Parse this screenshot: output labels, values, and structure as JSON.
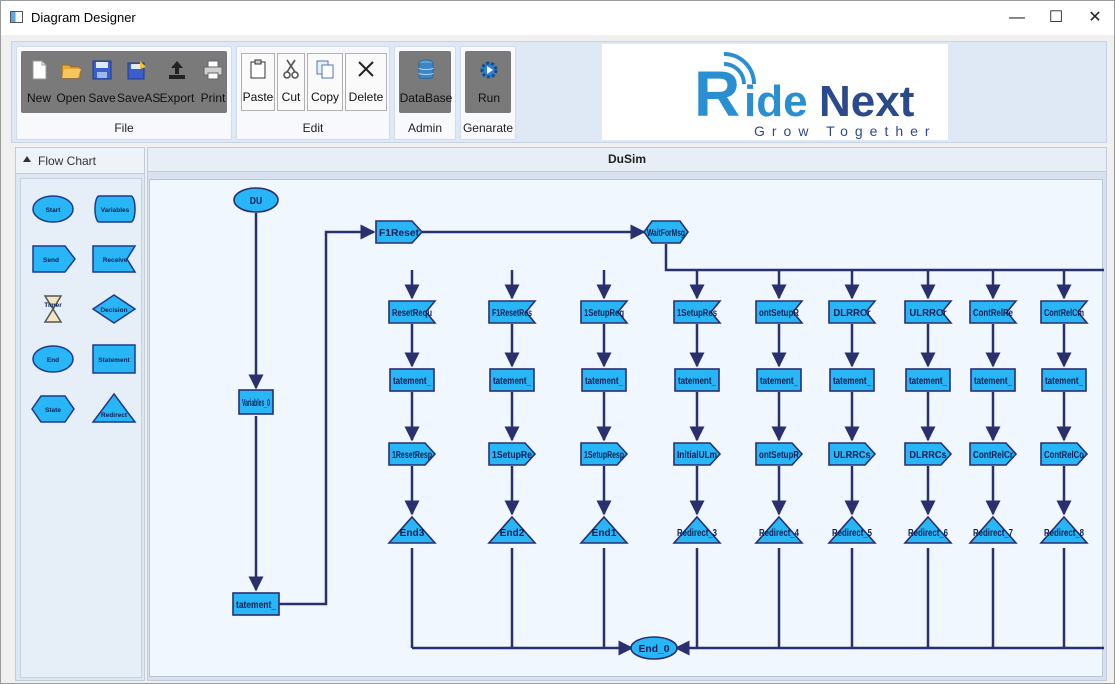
{
  "window": {
    "title": "Diagram Designer",
    "controls": [
      "minimize",
      "maximize",
      "close"
    ]
  },
  "ribbon": {
    "file": {
      "label": "File",
      "buttons": [
        {
          "label": "New",
          "icon": "new-document-icon"
        },
        {
          "label": "Open",
          "icon": "open-folder-icon"
        },
        {
          "label": "Save",
          "icon": "save-disk-icon"
        },
        {
          "label": "SaveAS",
          "icon": "save-as-icon"
        },
        {
          "label": "Export",
          "icon": "export-icon"
        },
        {
          "label": "Print",
          "icon": "printer-icon"
        }
      ]
    },
    "edit": {
      "label": "Edit",
      "buttons": [
        {
          "label": "Paste",
          "icon": "paste-icon"
        },
        {
          "label": "Cut",
          "icon": "scissors-icon"
        },
        {
          "label": "Copy",
          "icon": "copy-icon"
        },
        {
          "label": "Delete",
          "icon": "delete-x-icon"
        }
      ]
    },
    "admin": {
      "label": "Admin",
      "buttons": [
        {
          "label": "DataBase",
          "icon": "database-icon"
        }
      ]
    },
    "generate": {
      "label": "Genarate",
      "buttons": [
        {
          "label": "Run",
          "icon": "gear-run-icon"
        }
      ]
    },
    "logo": {
      "brand": "RideNext",
      "tagline": "Grow Together",
      "brand_color": "#2a8fd0",
      "accent_color": "#2a4a8a"
    }
  },
  "toolbox": {
    "title": "Flow Chart",
    "items": [
      {
        "label": "Start",
        "shape": "ellipse"
      },
      {
        "label": "Variables",
        "shape": "cylinder"
      },
      {
        "label": "Send",
        "shape": "send"
      },
      {
        "label": "Receive",
        "shape": "receive"
      },
      {
        "label": "Timer",
        "shape": "hourglass"
      },
      {
        "label": "Decision",
        "shape": "diamond"
      },
      {
        "label": "End",
        "shape": "ellipse"
      },
      {
        "label": "Statement",
        "shape": "rect"
      },
      {
        "label": "State",
        "shape": "hexagon"
      },
      {
        "label": "Redirect",
        "shape": "triangle"
      }
    ]
  },
  "canvas": {
    "title": "DuSim",
    "node_fill": "#29b6f6",
    "edge_color": "#2a2f6e",
    "main_nodes": {
      "du": "DU",
      "variables": "Variables_0",
      "statement_main": "tatement_",
      "f1reset": "F1Reset",
      "waitformsg": "WaitForMsg",
      "end0": "End_0"
    },
    "branches": [
      {
        "receive": "ResetRequ",
        "statement": "tatement_",
        "send": "1ResetResp",
        "end": "End3"
      },
      {
        "receive": "F1ResetRes",
        "statement": "tatement_",
        "send": "1SetupRe",
        "end": "End2"
      },
      {
        "receive": "1SetupReq",
        "statement": "tatement_",
        "send": "1SetupResp",
        "end": "End1"
      },
      {
        "receive": "1SetupRes",
        "statement": "tatement_",
        "send": "InitialULm",
        "end": "Redirect_3"
      },
      {
        "receive": "ontSetupR",
        "statement": "tatement_",
        "send": "ontSetupR",
        "end": "Redirect_4"
      },
      {
        "receive": "DLRRCr",
        "statement": "tatement_",
        "send": "ULRRCs",
        "end": "Redirect_5"
      },
      {
        "receive": "ULRRCr",
        "statement": "tatement_",
        "send": "DLRRCs",
        "end": "Redirect_6"
      },
      {
        "receive": "ContRelRe",
        "statement": "tatement_",
        "send": "ContRelCr",
        "end": "Redirect_7"
      },
      {
        "receive": "ContRelCm",
        "statement": "tatement_",
        "send": "ContRelCo",
        "end": "Redirect_8"
      }
    ]
  }
}
